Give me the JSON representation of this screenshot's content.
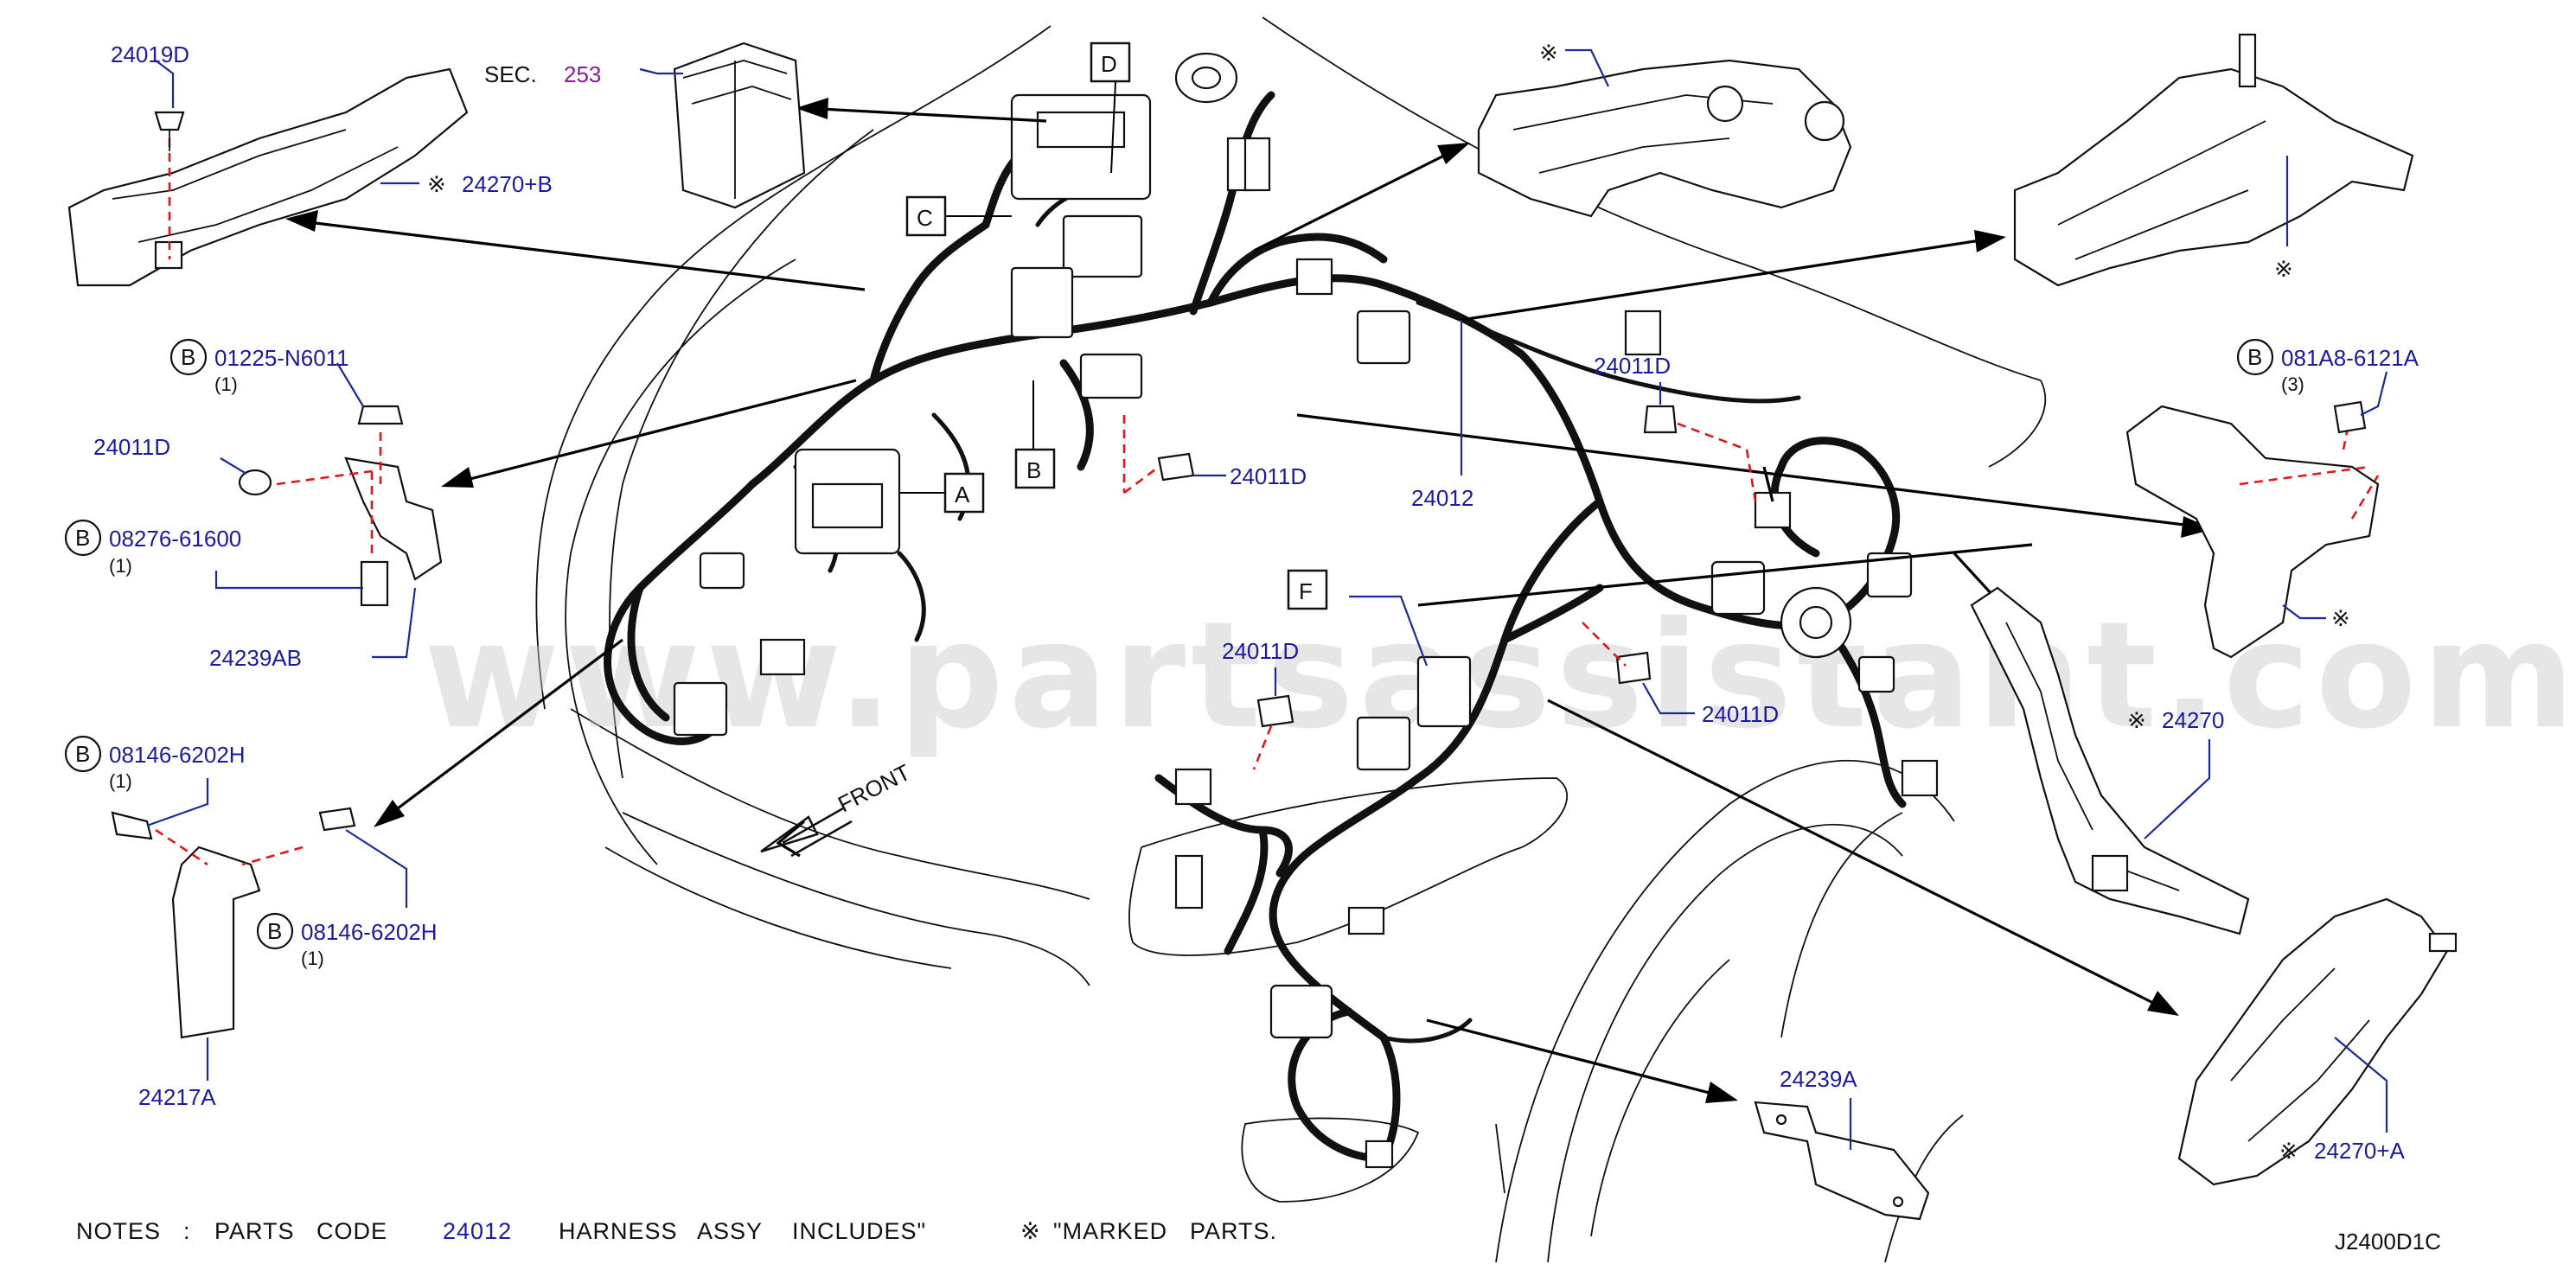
{
  "watermark": "www.partsassistant.com",
  "diagram_code": "J2400D1C",
  "front_label": "FRONT",
  "section_ref": {
    "prefix": "SEC.",
    "number": "253"
  },
  "callout_letters": [
    "A",
    "B",
    "C",
    "D",
    "F"
  ],
  "parts": {
    "p24019D": "24019D",
    "p24270B": "24270+B",
    "p01225": "01225-N6011",
    "p01225_qty": "(1)",
    "p24011D_left": "24011D",
    "p08276": "08276-61600",
    "p08276_qty": "(1)",
    "p24239AB": "24239AB",
    "p08146_a": "08146-6202H",
    "p08146_a_qty": "(1)",
    "p08146_b": "08146-6202H",
    "p08146_b_qty": "(1)",
    "p24217A": "24217A",
    "p24011D_center": "24011D",
    "p24012": "24012",
    "p24011D_upper_right": "24011D",
    "p24011D_mid": "24011D",
    "p24011D_lower": "24011D",
    "p081A8": "081A8-6121A",
    "p081A8_qty": "(3)",
    "p24270": "24270",
    "p24239A": "24239A",
    "p24270A": "24270+A",
    "bubble_b": "B",
    "marked_symbol": "※"
  },
  "notes": {
    "t1": "NOTES",
    "t2": ":",
    "t3": "PARTS",
    "t4": "CODE",
    "code": "24012",
    "t5": "HARNESS",
    "t6": "ASSY",
    "t7": "INCLUDES\"",
    "t8": "\"MARKED",
    "t9": "PARTS."
  },
  "colors": {
    "label_blue": "#1a1aa6",
    "leader_blue": "#1a2a9a",
    "dash_red": "#e01818",
    "sec_purple": "#8a1aa0"
  }
}
